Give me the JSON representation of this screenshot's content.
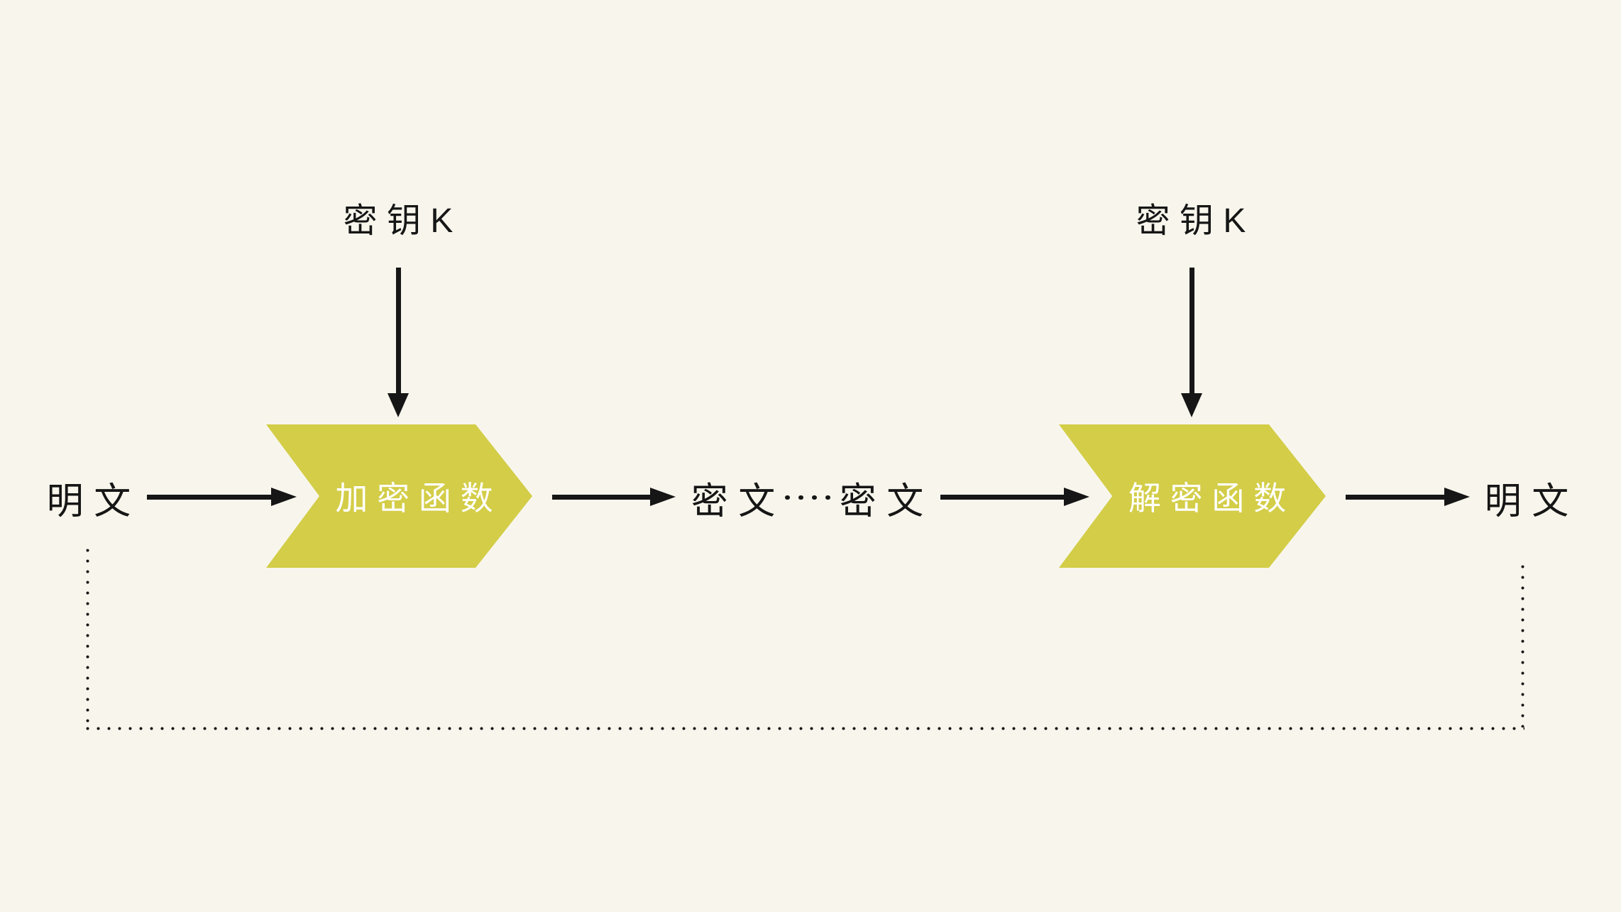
{
  "colors": {
    "background": "#f8f6ec",
    "accent": "#d3cd48",
    "ink": "#161616",
    "box_text": "#ffffff"
  },
  "diagram": {
    "key_label_left": "密 钥 K",
    "key_label_right": "密 钥 K",
    "plaintext_left": "明 文",
    "encrypt_function": "加 密 函 数",
    "ciphertext_left": "密 文",
    "ciphertext_right": "密 文",
    "decrypt_function": "解 密 函 数",
    "plaintext_right": "明 文",
    "ellipsis_dot_count": 4
  }
}
